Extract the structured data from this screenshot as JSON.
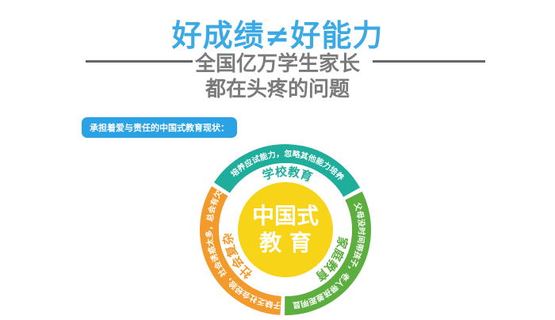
{
  "header": {
    "title": "好成绩≠好能力",
    "subtitle_line1": "全国亿万学生家长",
    "subtitle_line2": "都在头疼的问题"
  },
  "badge": "承担着爱与责任的中国式教育现状：",
  "diagram": {
    "center_line1": "中国式",
    "center_line2": "教 育",
    "segments": [
      {
        "label": "学校教育",
        "text": "培养应试能力，忽略其他能力培养",
        "color": "#1fae9c"
      },
      {
        "label": "家庭教育",
        "text": "父母没时间带孩子，老人带孩差距明显",
        "color": "#5cae3e"
      },
      {
        "label": "社会复杂",
        "text": "孩子缺乏社会经验，社会诱惑太多，总会有欠缺",
        "color": "#f39a2c"
      }
    ],
    "center_color": "#f8d418"
  }
}
